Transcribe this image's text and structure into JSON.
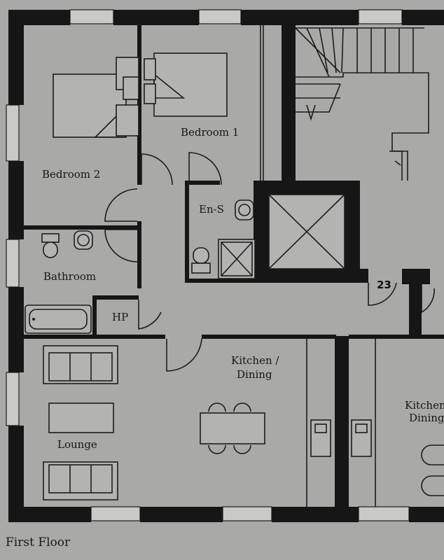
{
  "rooms": {
    "bedroom1": "Bedroom 1",
    "bedroom2": "Bedroom 2",
    "ensuite": "En-S",
    "bathroom": "Bathroom",
    "hp": "HP",
    "kitchen_line1": "Kitchen /",
    "kitchen_line2": "Dining",
    "lounge": "Lounge",
    "neighbor_kitchen_line1": "Kitchen",
    "neighbor_kitchen_line2": "Dining"
  },
  "unit_number": "23",
  "floor_label": "First Floor",
  "colors": {
    "paper": "#a9a9a7",
    "wall": "#161616"
  }
}
